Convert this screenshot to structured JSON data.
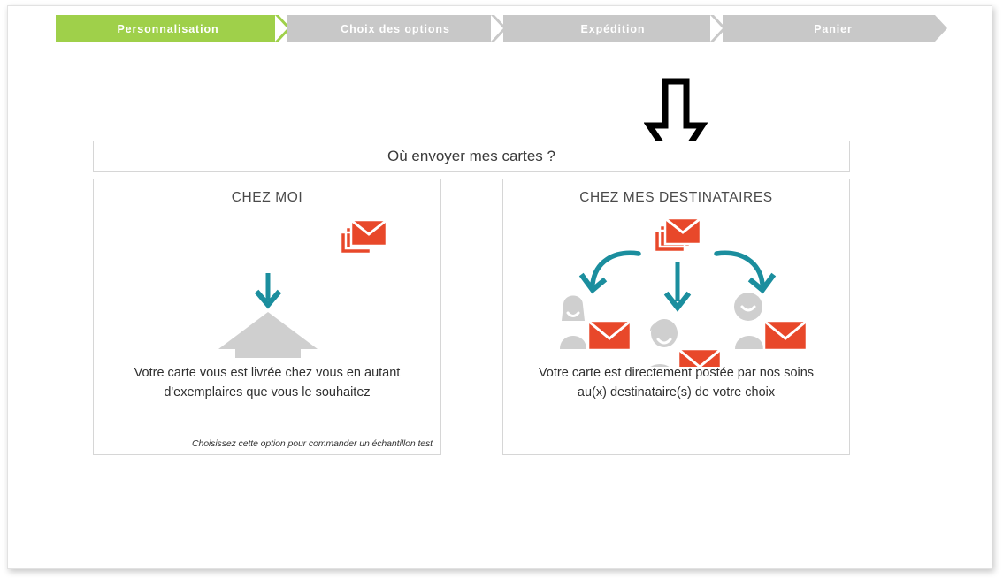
{
  "steps": {
    "items": [
      {
        "label": "Personnalisation",
        "state": "active"
      },
      {
        "label": "Choix des options",
        "state": "inactive"
      },
      {
        "label": "Expédition",
        "state": "inactive"
      },
      {
        "label": "Panier",
        "state": "inactive"
      }
    ]
  },
  "question": {
    "text": "Où envoyer mes cartes ?"
  },
  "options": {
    "home": {
      "title": "CHEZ MOI",
      "description": "Votre carte vous est livrée chez vous en autant d'exemplaires que vous le souhaitez",
      "note": "Choisissez cette option pour commander un échantillon test",
      "icons": [
        "envelope-stack-icon",
        "down-arrow-icon",
        "house-icon"
      ]
    },
    "recipients": {
      "title": "CHEZ MES DESTINATAIRES",
      "description": "Votre carte est directement postée par nos soins au(x) destinataire(s) de votre choix",
      "note": "",
      "icons": [
        "envelope-stack-icon",
        "curved-arrow-left-icon",
        "down-arrow-icon",
        "curved-arrow-right-icon",
        "person-female-with-envelope-icon",
        "person-center-with-envelope-icon",
        "person-male-with-envelope-icon"
      ]
    }
  },
  "annotation": {
    "pointer": "down-arrow-annotation"
  },
  "colors": {
    "step_active": "#9fd04a",
    "step_inactive": "#c8c8c8",
    "envelope_orange": "#e8482a",
    "arrow_teal": "#1b8e9e",
    "silhouette_grey": "#cfcfcf",
    "border_grey": "#d6d6d6",
    "text_dark": "#2f2f2f"
  }
}
